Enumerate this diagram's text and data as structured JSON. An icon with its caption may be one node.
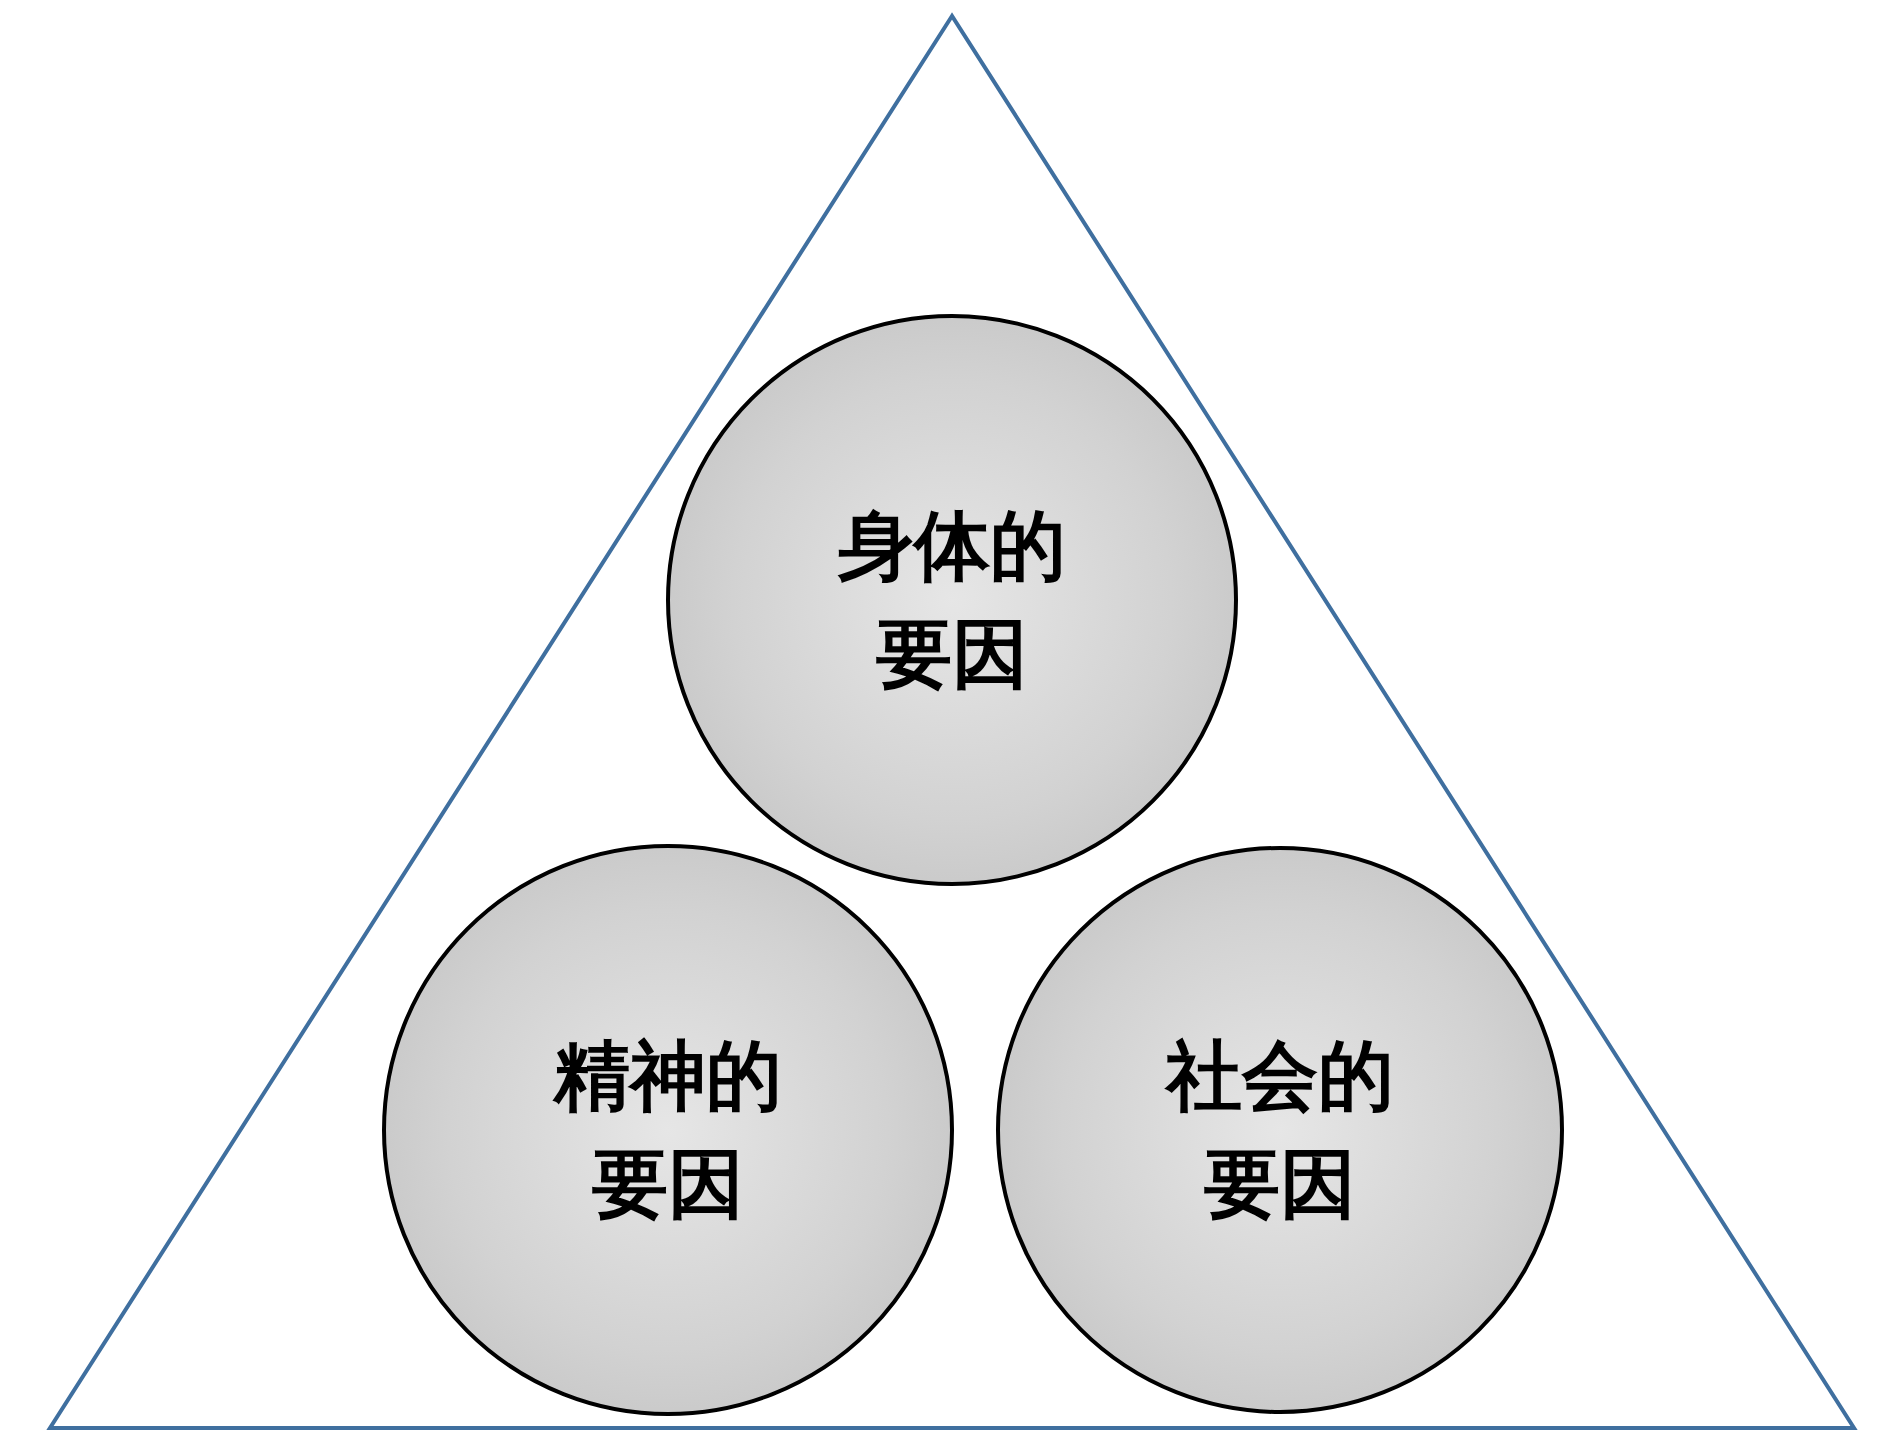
{
  "diagram": {
    "nodes": [
      {
        "text": [],
        "shape": "triangle"
      },
      {
        "text": [
          "身体的要因"
        ],
        "in": 0
      },
      {
        "text": [
          "精神的要因"
        ],
        "in": 0
      },
      {
        "text": [
          "社会的要因"
        ],
        "in": 0
      }
    ]
  }
}
